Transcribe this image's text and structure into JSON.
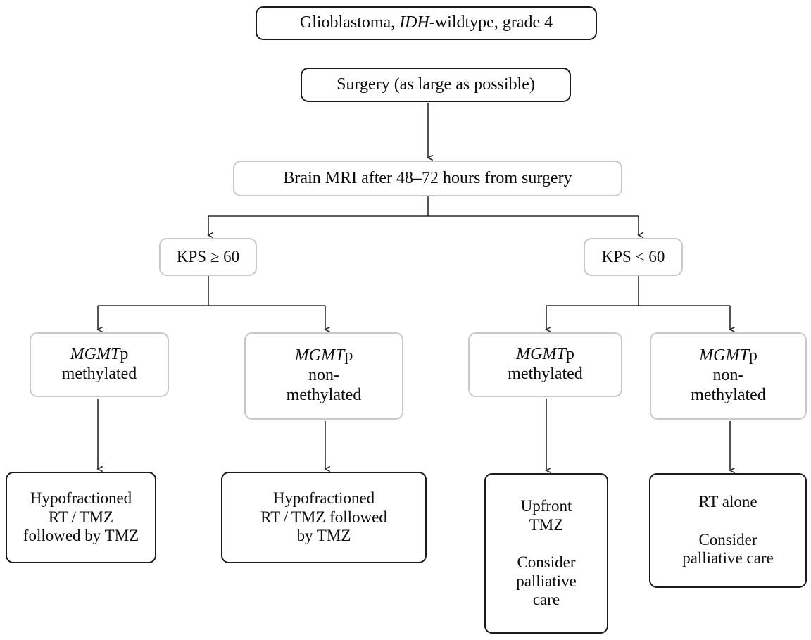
{
  "figure": {
    "type": "flowchart",
    "title": "Glioblastoma IDH-wildtype treatment decision flowchart",
    "background": "#ffffff",
    "border_black": "#1a1a1a",
    "border_gray": "#c9c9c9",
    "text_color": "#0d0d0d"
  },
  "nodes": {
    "diagnosis": {
      "pre": "Glioblastoma, ",
      "em": "IDH",
      "post": "-wildtype, grade 4",
      "border": "black"
    },
    "surgery": {
      "text": "Surgery (as large as possible)",
      "border": "black"
    },
    "mri": {
      "text": "Brain MRI after 48–72 hours from surgery",
      "border": "gray"
    },
    "kps_high": {
      "text": "KPS ≥ 60",
      "border": "gray"
    },
    "kps_low": {
      "text": "KPS < 60",
      "border": "gray"
    },
    "mgmt_high_meth": {
      "em": "MGMT",
      "post": "p\nmethylated",
      "border": "gray"
    },
    "mgmt_high_nonmeth": {
      "em": "MGMT",
      "post": "p\nnon-\nmethylated",
      "border": "gray"
    },
    "mgmt_low_meth": {
      "em": "MGMT",
      "post": "p\nmethylated",
      "border": "gray"
    },
    "mgmt_low_nonmeth": {
      "em": "MGMT",
      "post": "p\nnon-\nmethylated",
      "border": "gray"
    },
    "tx_high_meth": {
      "text": "Hypofractioned\nRT / TMZ\nfollowed by TMZ",
      "border": "black"
    },
    "tx_high_nonmeth": {
      "text": "Hypofractioned\nRT / TMZ followed\nby TMZ",
      "border": "black"
    },
    "tx_low_meth": {
      "text": "Upfront\nTMZ\n\nConsider\npalliative\ncare",
      "border": "black"
    },
    "tx_low_nonmeth": {
      "text": "RT alone\n\nConsider\npalliative care",
      "border": "black"
    }
  },
  "connectors": [
    {
      "name": "surgery-to-mri",
      "kind": "arrow-down"
    },
    {
      "name": "mri-to-kps-high",
      "kind": "elbow-arrow"
    },
    {
      "name": "mri-to-kps-low",
      "kind": "elbow-arrow"
    },
    {
      "name": "kps-high-to-mgmt-meth",
      "kind": "elbow-arrow"
    },
    {
      "name": "kps-high-to-mgmt-nonmeth",
      "kind": "elbow-arrow"
    },
    {
      "name": "kps-low-to-mgmt-meth",
      "kind": "elbow-arrow"
    },
    {
      "name": "kps-low-to-mgmt-nonmeth",
      "kind": "elbow-arrow"
    },
    {
      "name": "mgmt-high-meth-to-tx",
      "kind": "arrow-down"
    },
    {
      "name": "mgmt-high-nonmeth-to-tx",
      "kind": "arrow-down"
    },
    {
      "name": "mgmt-low-meth-to-tx",
      "kind": "arrow-down"
    },
    {
      "name": "mgmt-low-nonmeth-to-tx",
      "kind": "arrow-down"
    }
  ]
}
